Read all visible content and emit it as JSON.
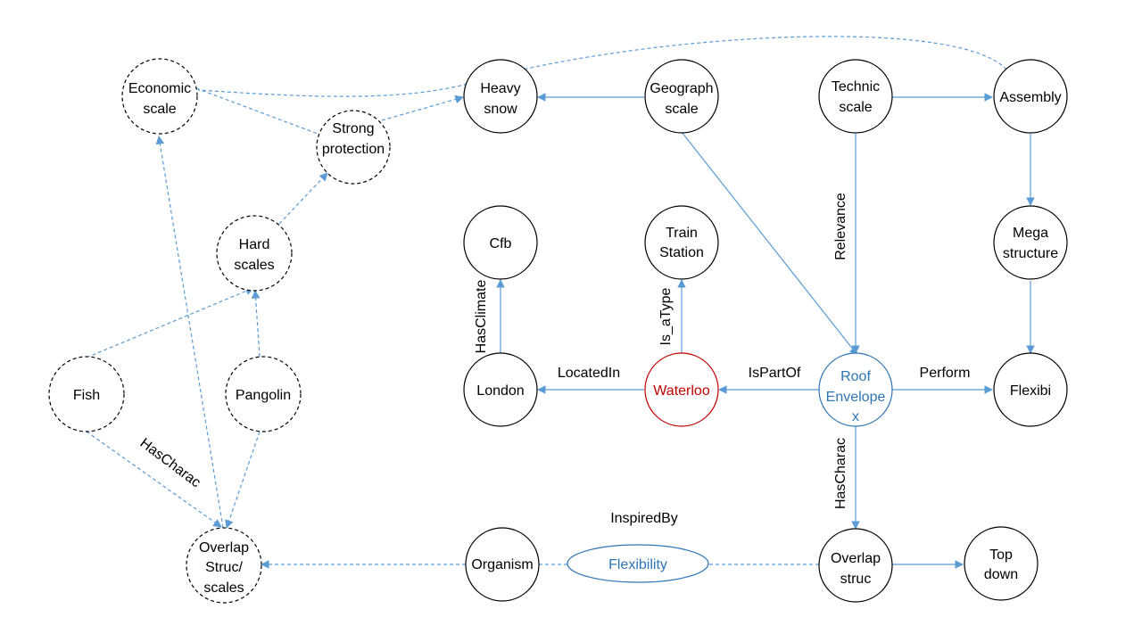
{
  "nodes": {
    "economic_scale": [
      "Economic",
      "scale"
    ],
    "heavy_snow": [
      "Heavy",
      "snow"
    ],
    "geograph_scale": [
      "Geograph",
      "scale"
    ],
    "technic_scale": [
      "Technic",
      "scale"
    ],
    "assembly": [
      "Assembly"
    ],
    "strong_protection": [
      "Strong",
      "protection"
    ],
    "hard_scales": [
      "Hard",
      "scales"
    ],
    "cfb": [
      "Cfb"
    ],
    "train_station": [
      "Train",
      "Station"
    ],
    "mega_structure": [
      "Mega",
      "structure"
    ],
    "fish": [
      "Fish"
    ],
    "pangolin": [
      "Pangolin"
    ],
    "london": [
      "London"
    ],
    "waterloo": [
      "Waterloo"
    ],
    "roof_envelope": [
      "Roof",
      "Envelope",
      "x"
    ],
    "flexibi": [
      "Flexibi"
    ],
    "overlap_struc_scales": [
      "Overlap",
      "Struc/",
      "scales"
    ],
    "organism": [
      "Organism"
    ],
    "flexibility": [
      "Flexibility"
    ],
    "overlap_struc": [
      "Overlap",
      "struc"
    ],
    "top_down": [
      "Top",
      "down"
    ]
  },
  "edge_labels": {
    "has_climate": "HasClimate",
    "is_a_type": "Is_aType",
    "located_in": "LocatedIn",
    "is_part_of": "IsPartOf",
    "perform": "Perform",
    "relevance": "Relevance",
    "has_charac_roof": "HasCharac",
    "has_charac_fish": "HasCharac",
    "inspired_by": "InspiredBy"
  },
  "colors": {
    "edge": "#5b9bd5",
    "highlight_red": "#c00000",
    "highlight_blue": "#2e75b6"
  }
}
